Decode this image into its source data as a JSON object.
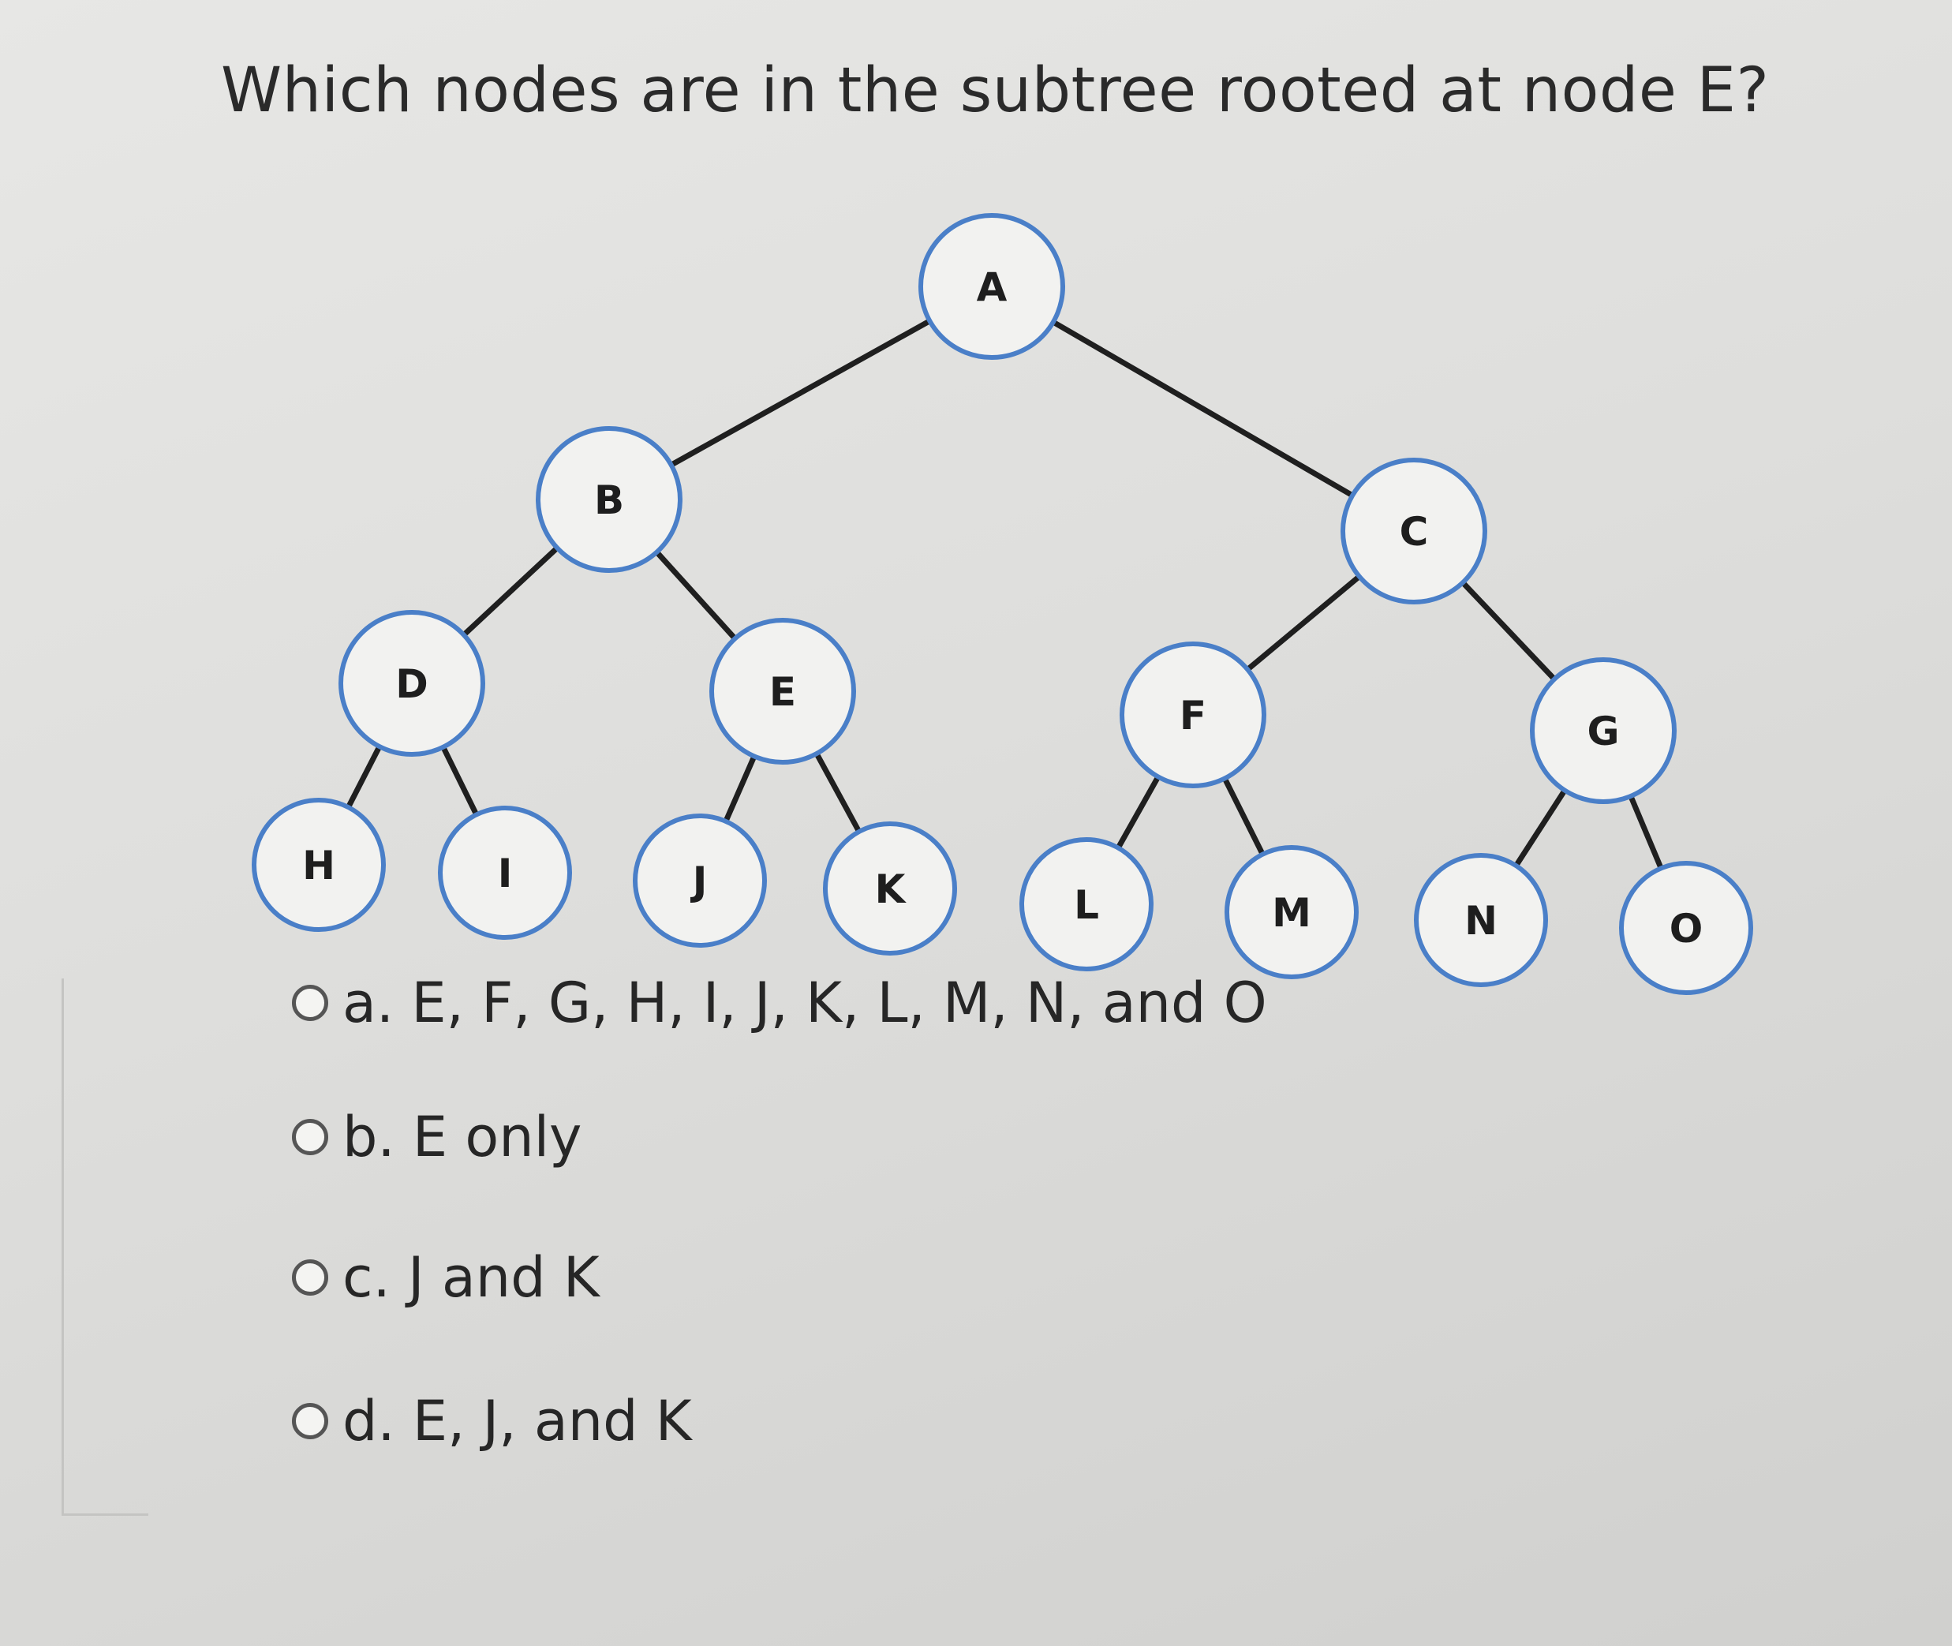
{
  "question": {
    "text": "Which nodes are in the subtree rooted at node E?"
  },
  "tree": {
    "nodes": [
      {
        "id": "A",
        "label": "A"
      },
      {
        "id": "B",
        "label": "B"
      },
      {
        "id": "C",
        "label": "C"
      },
      {
        "id": "D",
        "label": "D"
      },
      {
        "id": "E",
        "label": "E"
      },
      {
        "id": "F",
        "label": "F"
      },
      {
        "id": "G",
        "label": "G"
      },
      {
        "id": "H",
        "label": "H"
      },
      {
        "id": "I",
        "label": "I"
      },
      {
        "id": "J",
        "label": "J"
      },
      {
        "id": "K",
        "label": "K"
      },
      {
        "id": "L",
        "label": "L"
      },
      {
        "id": "M",
        "label": "M"
      },
      {
        "id": "N",
        "label": "N"
      },
      {
        "id": "O",
        "label": "O"
      }
    ],
    "edges": [
      [
        "A",
        "B"
      ],
      [
        "A",
        "C"
      ],
      [
        "B",
        "D"
      ],
      [
        "B",
        "E"
      ],
      [
        "C",
        "F"
      ],
      [
        "C",
        "G"
      ],
      [
        "D",
        "H"
      ],
      [
        "D",
        "I"
      ],
      [
        "E",
        "J"
      ],
      [
        "E",
        "K"
      ],
      [
        "F",
        "L"
      ],
      [
        "F",
        "M"
      ],
      [
        "G",
        "N"
      ],
      [
        "G",
        "O"
      ]
    ],
    "colors": {
      "node_border": "#4a7fc8",
      "edge": "#1f1f1f"
    }
  },
  "options": [
    {
      "label": "a. E, F, G, H, I, J, K, L, M, N, and O"
    },
    {
      "label": "b. E only"
    },
    {
      "label": "c. J and K"
    },
    {
      "label": "d. E, J, and K"
    }
  ]
}
